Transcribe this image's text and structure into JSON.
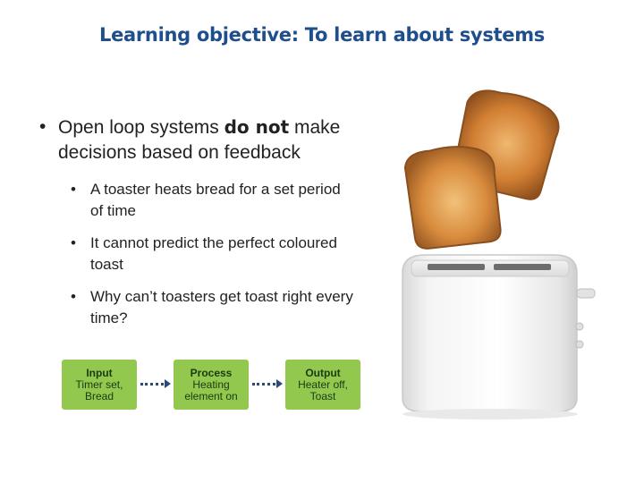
{
  "slide": {
    "title": "Learning objective: To learn about systems",
    "bullet": {
      "prefix": "Open loop systems ",
      "emphasis": "do not",
      "suffix": " make decisions based on feedback"
    },
    "sub_bullets": [
      "A toaster heats bread for a set period of time",
      "It cannot predict the perfect coloured toast",
      "Why can’t toasters get toast right every time?"
    ],
    "flow": [
      {
        "heading": "Input",
        "line1": "Timer set,",
        "line2": "Bread"
      },
      {
        "heading": "Process",
        "line1": "Heating",
        "line2": "element on"
      },
      {
        "heading": "Output",
        "line1": "Heater off,",
        "line2": "Toast"
      }
    ],
    "colors": {
      "title": "#1f4e8c",
      "flow_box": "#92c84e",
      "connector": "#2b4a7a"
    }
  }
}
